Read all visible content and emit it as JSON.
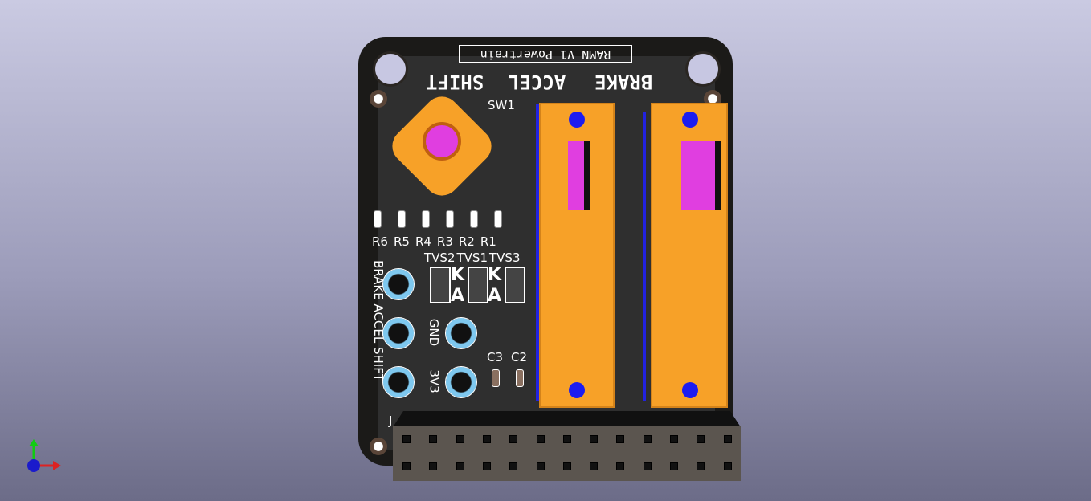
{
  "board": {
    "title": "RAMN V1 Powertrain",
    "top_labels": {
      "shift": "SHIFT",
      "accel": "ACCEL",
      "brake": "BRAKE"
    },
    "switch": "SW1",
    "resistors": [
      "R6",
      "R5",
      "R4",
      "R3",
      "R2",
      "R1"
    ],
    "tvs": [
      "TVS2",
      "TVS1",
      "TVS3"
    ],
    "diode_marks": [
      "K",
      "A"
    ],
    "side_label": "BRAKE ACCEL SHIFT",
    "pin_labels": [
      "GND",
      "3V3"
    ],
    "capacitors": [
      "C3",
      "C2"
    ],
    "connector_ref": "J"
  },
  "colors": {
    "board": "#1b1a18",
    "slider": "#f7a128",
    "knob": "#e03ee0",
    "background_top": "#cacae2"
  }
}
